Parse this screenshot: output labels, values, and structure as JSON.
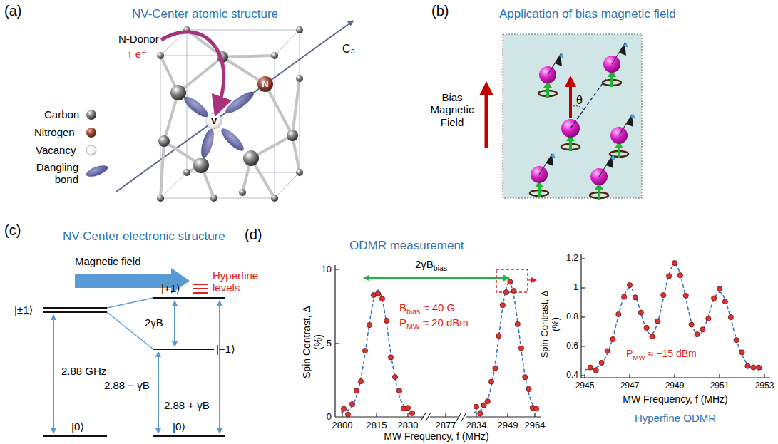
{
  "diagram": {
    "labels": [
      "(a)",
      "NV-Center atomic structure",
      "N-Donor",
      "↑ e⁻",
      "Carbon",
      "Nitrogen",
      "Vacancy",
      "Dangling bond",
      "C₃",
      "V",
      "N",
      "(b)",
      "Application of bias magnetic field",
      "Bias Magnetic Field",
      "θ",
      "(c)",
      "NV-Center electronic structure",
      "Magnetic field",
      "Hyperfine levels",
      "|±1⟩",
      "|+1⟩",
      "2γB",
      "|−1⟩",
      "2.88 GHz",
      "2.88 − γB",
      "2.88 + γB",
      "|0⟩",
      "|0⟩",
      "(d)",
      "ODMR measurement",
      "2γB",
      "bias",
      "B",
      "bias",
      "≈ 40 G",
      "P",
      "MW",
      "≈ 20 dBm",
      "Spin Contrast, Δ (%)",
      "10",
      "5",
      "0",
      "2800",
      "2815",
      "2830",
      "2877",
      "2834",
      "2949",
      "2964",
      "MW Frequency, f (MHz)",
      "P",
      "MW",
      "≈ −15 dBm",
      "Spin Contrast, Δ (%)",
      "1.2",
      "1",
      "0.8",
      "0.6",
      "0.4",
      "2945",
      "2947",
      "2949",
      "2951",
      "2953",
      "MW Frequency, f (MHz)",
      "Hyperfine ODMR"
    ]
  }
}
